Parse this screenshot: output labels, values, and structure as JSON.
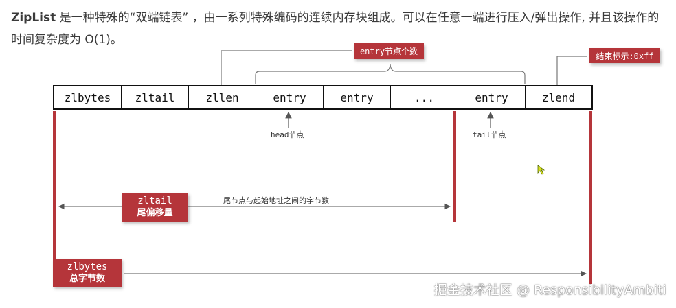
{
  "intro": {
    "title": "ZipList",
    "text": " 是一种特殊的“双端链表” ，由一系列特殊编码的连续内存块组成。可以在任意一端进行压入/弹出操作, 并且该操作的时间复杂度为 O(1)。"
  },
  "cells": [
    "zlbytes",
    "zltail",
    "zllen",
    "entry",
    "entry",
    "...",
    "entry",
    "zlend"
  ],
  "tags": {
    "entry_count": "entry节点个数",
    "end_marker": "结束标示:0xff"
  },
  "pointers": {
    "head": "head节点",
    "tail": "tail节点"
  },
  "zltail_box": {
    "code": "zltail",
    "caption": "尾偏移量"
  },
  "zltail_note": "尾节点与起始地址之间的字节数",
  "zlbytes_box": {
    "code": "zlbytes",
    "caption": "总字节数"
  },
  "watermark": "掘金技术社区 @ ResponsibilityAmbiti",
  "colors": {
    "accent": "#b5353a",
    "line": "#555555",
    "border": "#111111"
  }
}
